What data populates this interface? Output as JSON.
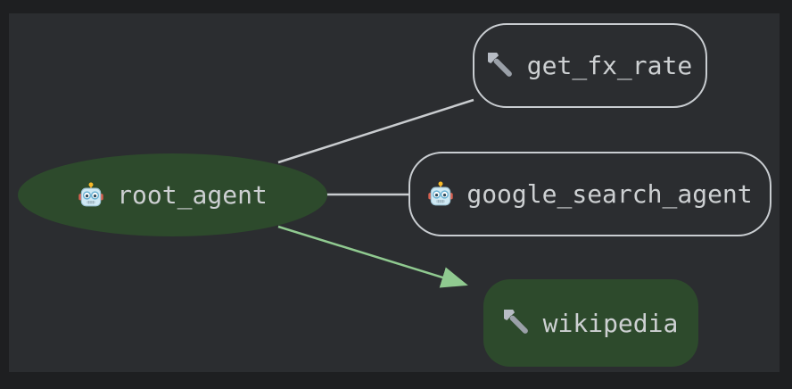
{
  "colors": {
    "outer_background": "#1e1f21",
    "canvas_background": "#2b2d30",
    "agent_fill": "#2d4a2c",
    "tool_fill": "#2d4a2c",
    "node_border": "#c9cdd1",
    "edge": "#c9cccf",
    "edge_highlight": "#90ca90",
    "label_text": "#cdd0d2"
  },
  "graph": {
    "nodes": [
      {
        "id": "root_agent",
        "label": "root_agent",
        "kind": "agent",
        "icon": "robot-icon",
        "shape": "ellipse",
        "highlighted": true
      },
      {
        "id": "get_fx_rate",
        "label": "get_fx_rate",
        "kind": "tool",
        "icon": "wrench-icon",
        "shape": "rounded-rectangle",
        "highlighted": false
      },
      {
        "id": "google_search_agent",
        "label": "google_search_agent",
        "kind": "agent",
        "icon": "robot-icon",
        "shape": "rounded-rectangle",
        "highlighted": false
      },
      {
        "id": "wikipedia",
        "label": "wikipedia",
        "kind": "tool",
        "icon": "wrench-icon",
        "shape": "rounded-rectangle",
        "highlighted": true
      }
    ],
    "edges": [
      {
        "from": "root_agent",
        "to": "get_fx_rate",
        "style": "plain",
        "color_role": "edge"
      },
      {
        "from": "root_agent",
        "to": "google_search_agent",
        "style": "plain",
        "color_role": "edge"
      },
      {
        "from": "root_agent",
        "to": "wikipedia",
        "style": "arrow",
        "color_role": "edge_highlight"
      }
    ]
  }
}
